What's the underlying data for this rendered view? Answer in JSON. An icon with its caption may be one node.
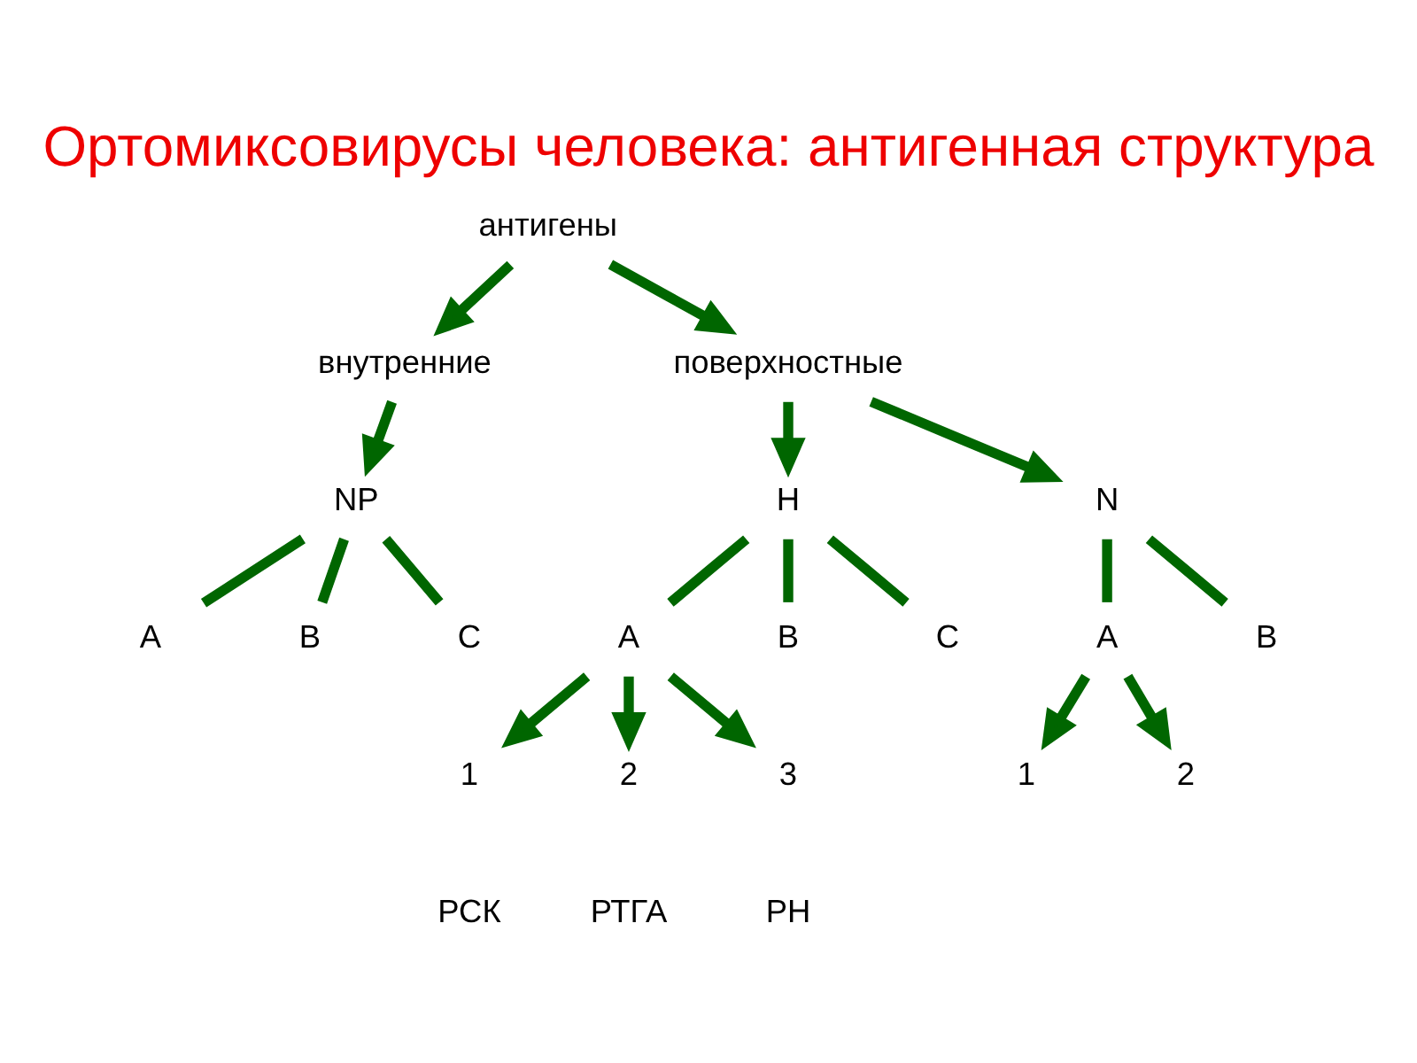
{
  "diagram": {
    "title": "Ортомиксовирусы человека: антигенная структура",
    "nodes": [
      {
        "text": [
          "антигены"
        ]
      },
      {
        "text": [
          "внутренние"
        ]
      },
      {
        "text": [
          "поверхностные"
        ]
      },
      {
        "text": [
          "NP"
        ]
      },
      {
        "text": [
          "H"
        ]
      },
      {
        "text": [
          "N"
        ]
      },
      {
        "text": [
          "A"
        ]
      },
      {
        "text": [
          "B"
        ]
      },
      {
        "text": [
          "C"
        ]
      },
      {
        "text": [
          "A"
        ]
      },
      {
        "text": [
          "B"
        ]
      },
      {
        "text": [
          "C"
        ]
      },
      {
        "text": [
          "A"
        ]
      },
      {
        "text": [
          "B"
        ]
      },
      {
        "text": [
          "1"
        ]
      },
      {
        "text": [
          "2"
        ]
      },
      {
        "text": [
          "3"
        ]
      },
      {
        "text": [
          "1"
        ]
      },
      {
        "text": [
          "2"
        ]
      }
    ],
    "edges": [
      {
        "from": 0,
        "to": 1,
        "arrow": "to"
      },
      {
        "from": 0,
        "to": 2,
        "arrow": "to"
      },
      {
        "from": 1,
        "to": 3,
        "arrow": "to"
      },
      {
        "from": 2,
        "to": 4,
        "arrow": "to"
      },
      {
        "from": 2,
        "to": 5,
        "arrow": "to"
      },
      {
        "from": 3,
        "to": 6,
        "arrow": "none"
      },
      {
        "from": 3,
        "to": 7,
        "arrow": "none"
      },
      {
        "from": 3,
        "to": 8,
        "arrow": "none"
      },
      {
        "from": 4,
        "to": 9,
        "arrow": "none"
      },
      {
        "from": 4,
        "to": 10,
        "arrow": "none"
      },
      {
        "from": 4,
        "to": 11,
        "arrow": "none"
      },
      {
        "from": 5,
        "to": 12,
        "arrow": "none"
      },
      {
        "from": 5,
        "to": 13,
        "arrow": "none"
      },
      {
        "from": 9,
        "to": 14,
        "arrow": "to"
      },
      {
        "from": 9,
        "to": 15,
        "arrow": "to"
      },
      {
        "from": 9,
        "to": 16,
        "arrow": "to"
      },
      {
        "from": 12,
        "to": 17,
        "arrow": "to"
      },
      {
        "from": 12,
        "to": 18,
        "arrow": "to"
      }
    ],
    "labels": [
      "РСК",
      "РТГА",
      "РН"
    ]
  }
}
